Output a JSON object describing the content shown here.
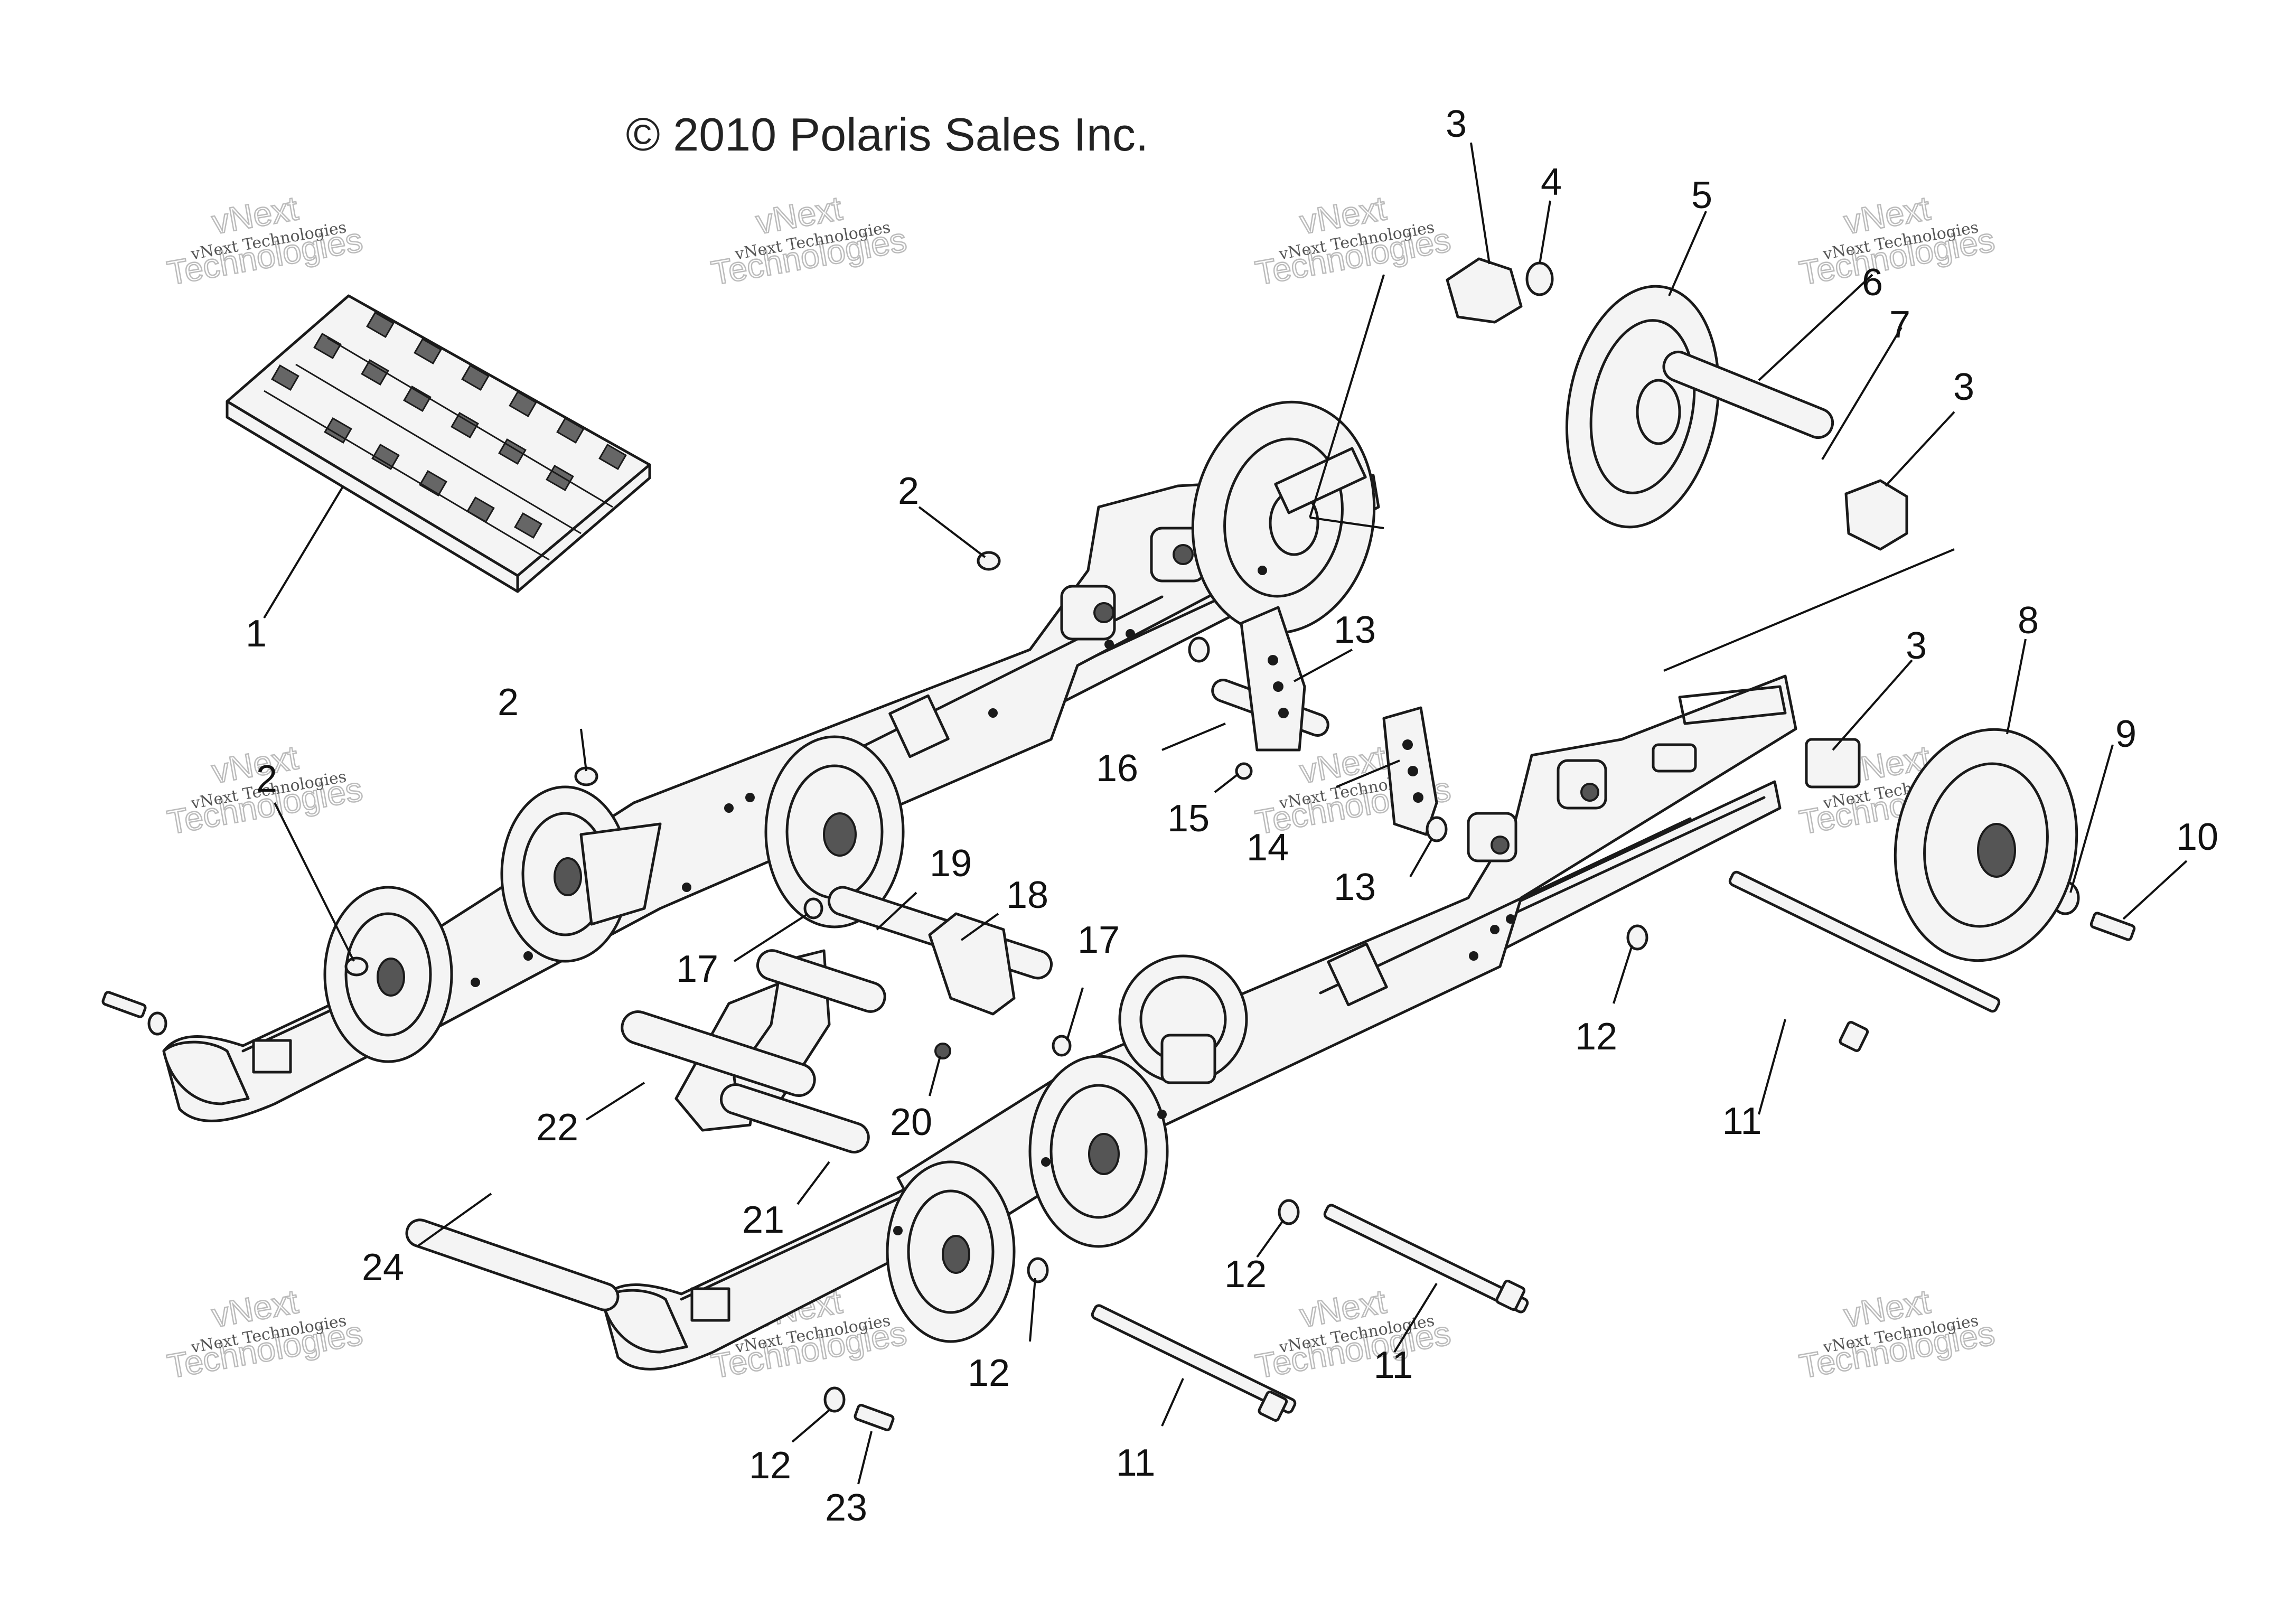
{
  "copyright": "© 2010 Polaris Sales Inc.",
  "watermark": {
    "line1": "vNext Technologies",
    "line2": "vNext",
    "line3": "Technologies"
  },
  "callouts": [
    {
      "id": "c1",
      "label": "1"
    },
    {
      "id": "c2a",
      "label": "2"
    },
    {
      "id": "c2b",
      "label": "2"
    },
    {
      "id": "c2c",
      "label": "2"
    },
    {
      "id": "c3a",
      "label": "3"
    },
    {
      "id": "c3b",
      "label": "3"
    },
    {
      "id": "c3c",
      "label": "3"
    },
    {
      "id": "c4",
      "label": "4"
    },
    {
      "id": "c5",
      "label": "5"
    },
    {
      "id": "c6",
      "label": "6"
    },
    {
      "id": "c7",
      "label": "7"
    },
    {
      "id": "c8",
      "label": "8"
    },
    {
      "id": "c9",
      "label": "9"
    },
    {
      "id": "c10",
      "label": "10"
    },
    {
      "id": "c11a",
      "label": "11"
    },
    {
      "id": "c11b",
      "label": "11"
    },
    {
      "id": "c11c",
      "label": "11"
    },
    {
      "id": "c12a",
      "label": "12"
    },
    {
      "id": "c12b",
      "label": "12"
    },
    {
      "id": "c12c",
      "label": "12"
    },
    {
      "id": "c12d",
      "label": "12"
    },
    {
      "id": "c13a",
      "label": "13"
    },
    {
      "id": "c13b",
      "label": "13"
    },
    {
      "id": "c14",
      "label": "14"
    },
    {
      "id": "c15",
      "label": "15"
    },
    {
      "id": "c16",
      "label": "16"
    },
    {
      "id": "c17a",
      "label": "17"
    },
    {
      "id": "c17b",
      "label": "17"
    },
    {
      "id": "c18",
      "label": "18"
    },
    {
      "id": "c19",
      "label": "19"
    },
    {
      "id": "c20",
      "label": "20"
    },
    {
      "id": "c21",
      "label": "21"
    },
    {
      "id": "c22",
      "label": "22"
    },
    {
      "id": "c23",
      "label": "23"
    },
    {
      "id": "c24",
      "label": "24"
    }
  ]
}
